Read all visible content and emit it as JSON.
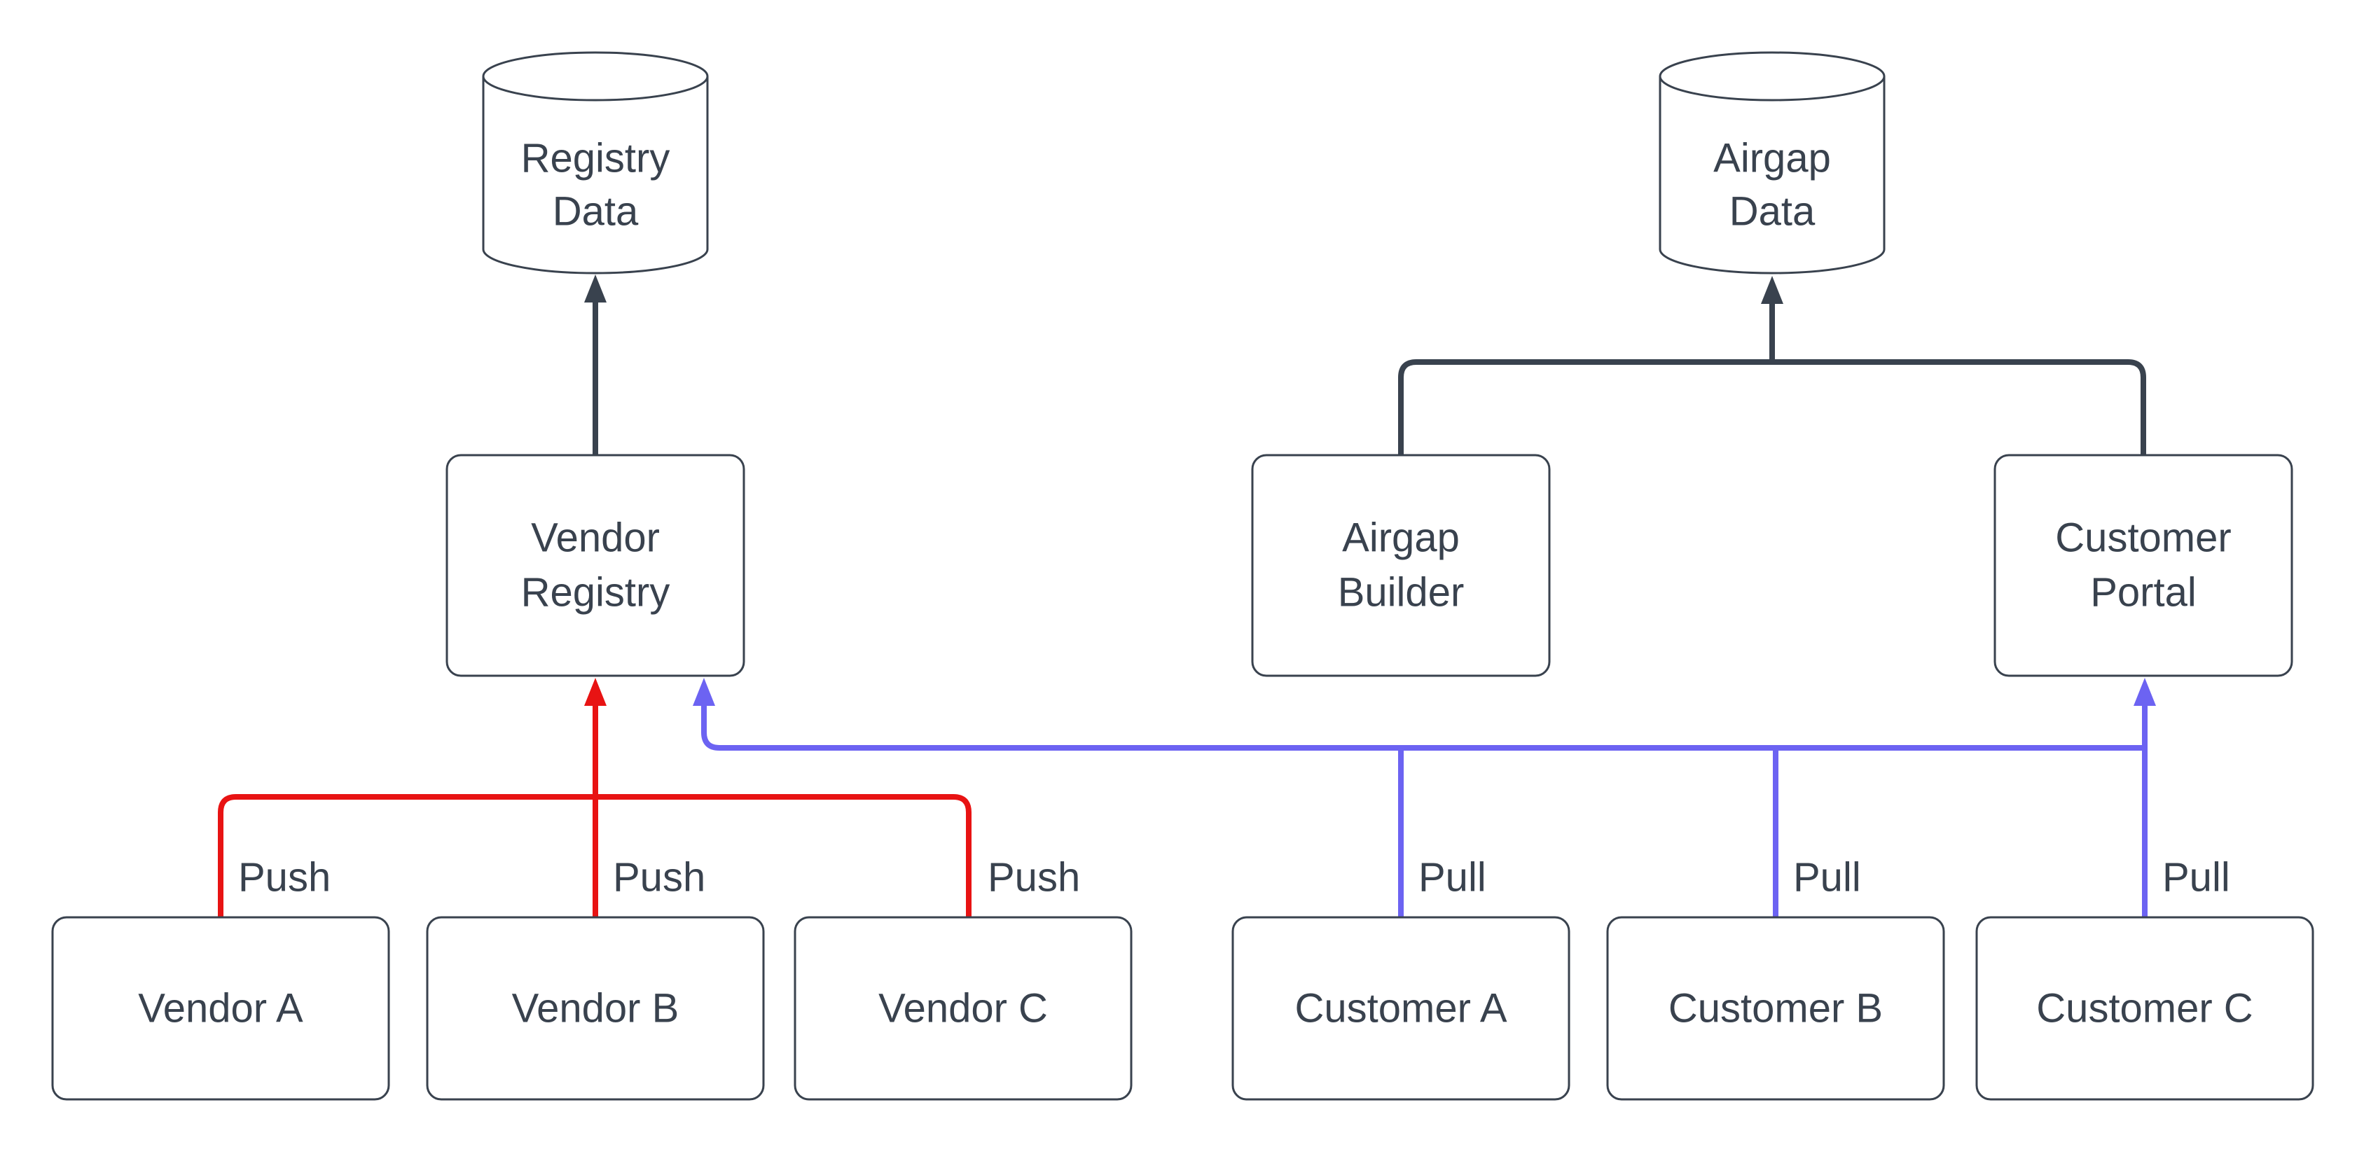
{
  "colors": {
    "background": "#ffffff",
    "dark": "#39424e",
    "text": "#39424e",
    "push": "#e81313",
    "pull": "#6c63f2",
    "node_fill": "#ffffff"
  },
  "cylinders": [
    {
      "id": "registry-data",
      "line1": "Registry",
      "line2": "Data"
    },
    {
      "id": "airgap-data",
      "line1": "Airgap",
      "line2": "Data"
    }
  ],
  "services": [
    {
      "id": "vendor-registry",
      "line1": "Vendor",
      "line2": "Registry"
    },
    {
      "id": "airgap-builder",
      "line1": "Airgap",
      "line2": "Builder"
    },
    {
      "id": "customer-portal",
      "line1": "Customer",
      "line2": "Portal"
    }
  ],
  "vendors": [
    {
      "label": "Vendor A"
    },
    {
      "label": "Vendor B"
    },
    {
      "label": "Vendor C"
    }
  ],
  "customers": [
    {
      "label": "Customer A"
    },
    {
      "label": "Customer B"
    },
    {
      "label": "Customer C"
    }
  ],
  "edge_labels": {
    "push": [
      "Push",
      "Push",
      "Push"
    ],
    "pull": [
      "Pull",
      "Pull",
      "Pull"
    ]
  }
}
